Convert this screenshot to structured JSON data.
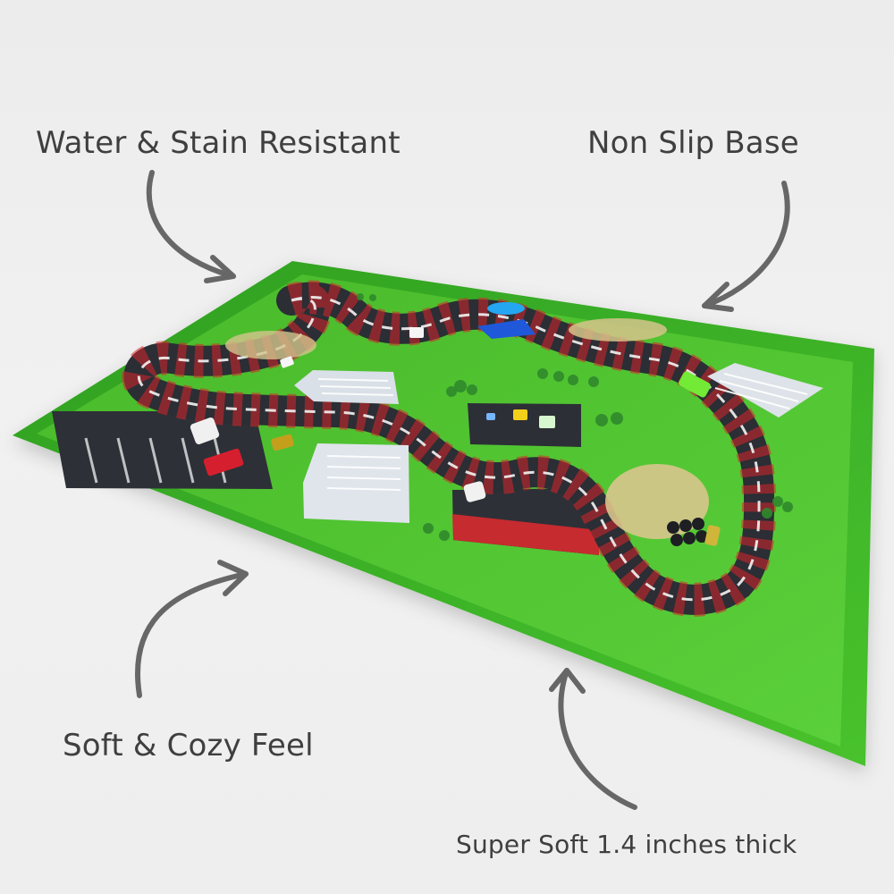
{
  "labels": {
    "top_left": "Water & Stain Resistant",
    "top_right": "Non Slip Base",
    "bottom_left": "Soft & Cozy Feel",
    "bottom_right": "Super Soft 1.4 inches thick"
  },
  "colors": {
    "mat_green": "#4fc42f",
    "border_green": "#34a924",
    "track": "#2a2d33",
    "text": "#3f3f3f",
    "arrow": "#676767"
  },
  "icons": {
    "callout_arrow": "curved-arrow-icon"
  }
}
